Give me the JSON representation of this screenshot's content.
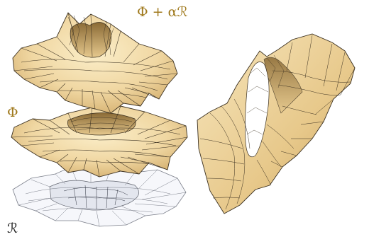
{
  "labels": {
    "top": "Φ + αℛ",
    "middle": "Φ",
    "bottom": "ℛ"
  },
  "colors": {
    "surface_fill": "#f2dca9",
    "surface_shade": "#d9b674",
    "surface_edge": "#3b3020",
    "flat_fill": "#f6f7fb",
    "flat_edge": "#7b7f8a",
    "label_gold": "#a07a1e",
    "label_dark": "#1a1a1a"
  }
}
